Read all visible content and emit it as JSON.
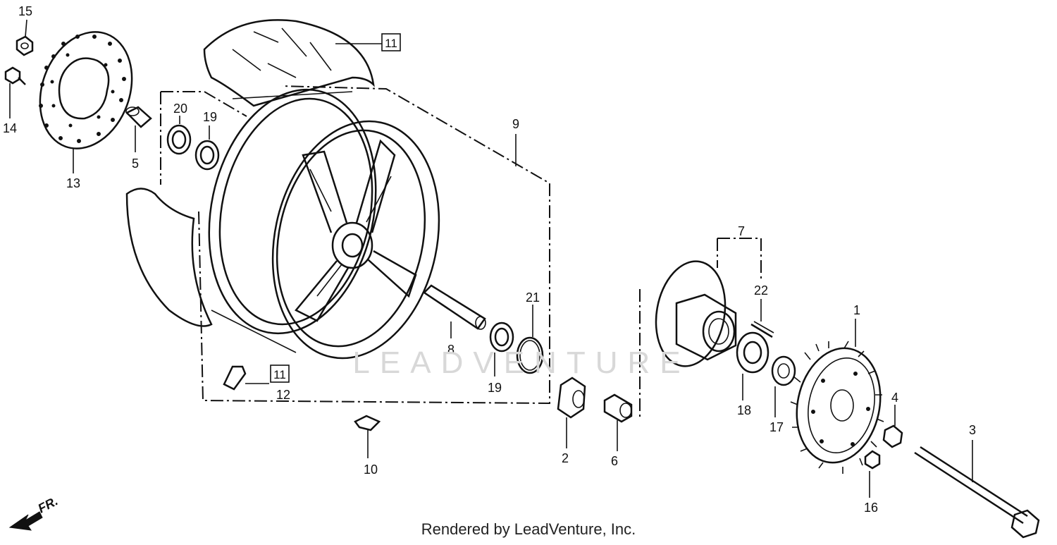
{
  "diagram": {
    "callouts": [
      "1",
      "2",
      "3",
      "4",
      "5",
      "6",
      "7",
      "8",
      "9",
      "10",
      "12",
      "13",
      "14",
      "15",
      "16",
      "17",
      "18",
      "19",
      "19",
      "20",
      "21",
      "22"
    ],
    "boxed_callouts": [
      "11",
      "11"
    ],
    "front_indicator": "FR.",
    "watermark": "LEADVENTURE",
    "footer": "Rendered by LeadVenture, Inc."
  }
}
